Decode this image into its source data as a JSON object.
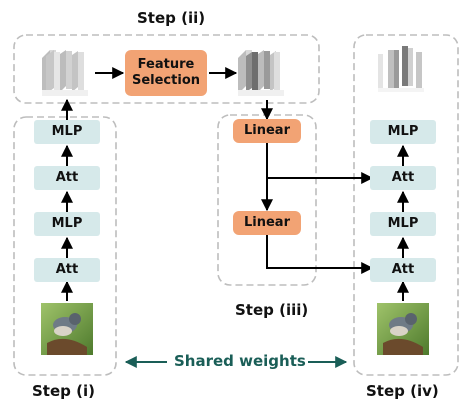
{
  "steps": {
    "i": "Step (i)",
    "ii": "Step (ii)",
    "iii": "Step (iii)",
    "iv": "Step (iv)"
  },
  "left_stack": [
    "Att",
    "MLP",
    "Att",
    "MLP"
  ],
  "right_stack": [
    "Att",
    "MLP",
    "Att",
    "MLP"
  ],
  "feature_selection": "Feature\nSelection",
  "linear_top": "Linear",
  "linear_bottom": "Linear",
  "shared_weights": "Shared weights",
  "colors": {
    "accent": "#1a5e57",
    "teal_box": "#d6e9ea",
    "orange_box": "#f2a374",
    "dashed_border": "#bdbdbd"
  },
  "icons": [
    "bird-photo-icon",
    "feature-cube-icon"
  ]
}
